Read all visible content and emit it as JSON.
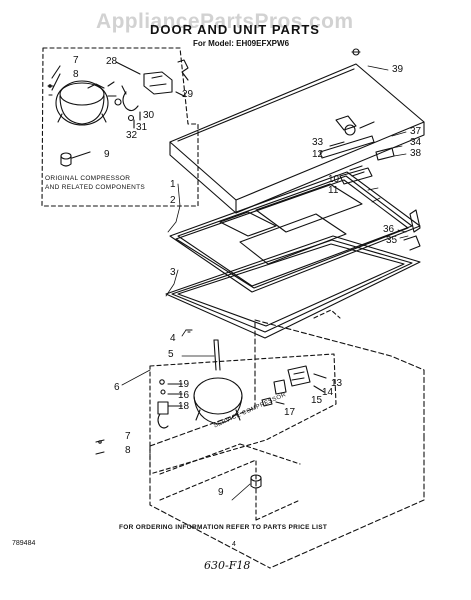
{
  "watermark": "AppliancePartsPros.com",
  "title": "DOOR AND UNIT PARTS",
  "model_line": "For Model: EH09EFXPW6",
  "inset_caption": [
    "ORIGINAL COMPRESSOR",
    "AND RELATED COMPONENTS"
  ],
  "service_caption": "SERVICE COMPRESSOR",
  "footer": "FOR ORDERING INFORMATION REFER TO PARTS PRICE LIST",
  "publication_number": "789484",
  "page_number": "4",
  "handwritten_note": "630-F18",
  "callouts": [
    "7",
    "8",
    "28",
    "29",
    "30",
    "31",
    "32",
    "9",
    "39",
    "33",
    "37",
    "34",
    "12",
    "38",
    "10",
    "11",
    "1",
    "2",
    "36",
    "35",
    "3",
    "4",
    "5",
    "6",
    "19",
    "16",
    "18",
    "13",
    "14",
    "15",
    "17",
    "7",
    "8",
    "9"
  ]
}
